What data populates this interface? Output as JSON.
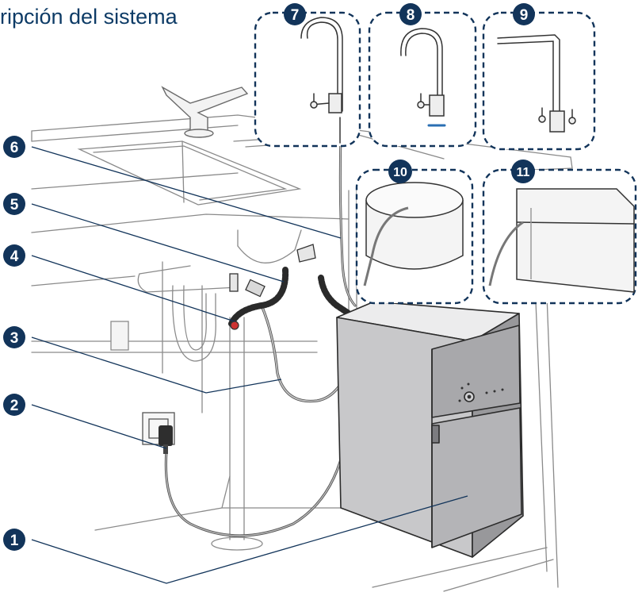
{
  "title": "ripción del sistema",
  "colors": {
    "accent": "#12345a",
    "outline": "#2b2b2b",
    "sketch": "#8a8a8a",
    "unit_body": "#c8c8ca",
    "unit_top": "#ececed",
    "unit_front_top": "#a8a8ab",
    "unit_front_bottom": "#b4b4b7",
    "unit_side": "#98989b"
  },
  "callouts": [
    {
      "number": "1",
      "component": "filter-unit"
    },
    {
      "number": "2",
      "component": "power-plug"
    },
    {
      "number": "3",
      "component": "supply-hose"
    },
    {
      "number": "4",
      "component": "inlet-valve"
    },
    {
      "number": "5",
      "component": "drain-hose"
    },
    {
      "number": "6",
      "component": "faucet-hose"
    },
    {
      "number": "7",
      "component": "faucet-option-a"
    },
    {
      "number": "8",
      "component": "faucet-option-b"
    },
    {
      "number": "9",
      "component": "faucet-option-c"
    },
    {
      "number": "10",
      "component": "tank-option-a"
    },
    {
      "number": "11",
      "component": "tank-option-b"
    }
  ]
}
